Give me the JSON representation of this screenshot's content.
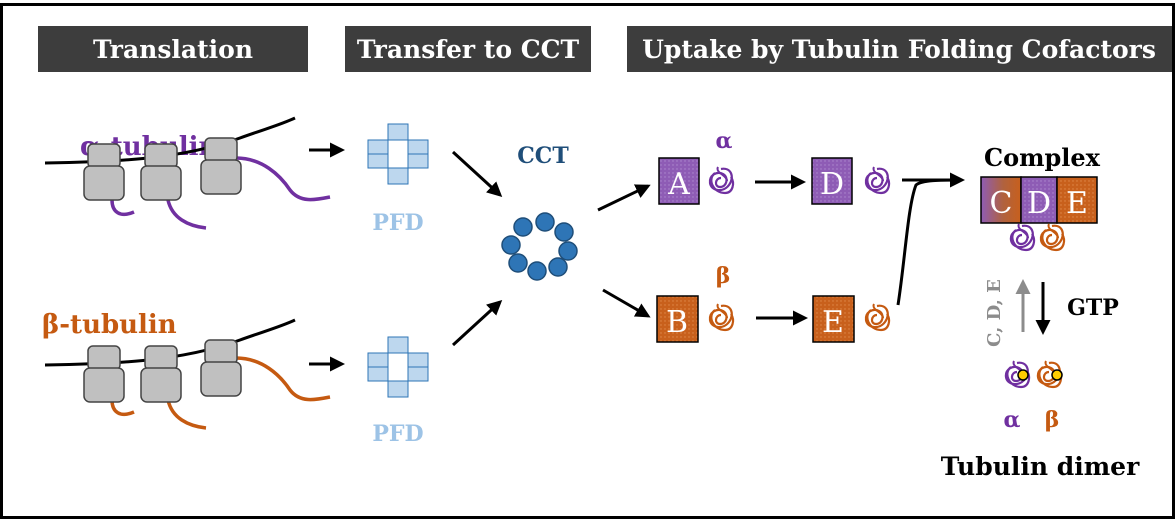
{
  "headers": {
    "translation": "Translation",
    "transfer": "Transfer to CCT",
    "uptake": "Uptake by Tubulin Folding Cofactors"
  },
  "labels": {
    "alpha_tubulin": "α-tubulin",
    "beta_tubulin": "β-tubulin",
    "pfd_top": "PFD",
    "pfd_bottom": "PFD",
    "cct": "CCT",
    "alpha_small": "α",
    "beta_small": "β",
    "complex": "Complex",
    "gtp": "GTP",
    "reverse": "C, D, E",
    "dimer_alpha": "α",
    "dimer_beta": "β",
    "tubulin_dimer": "Tubulin dimer"
  },
  "cofactors": {
    "a": "A",
    "b": "B",
    "d": "D",
    "e": "E",
    "complex_c": "C",
    "complex_d": "D",
    "complex_e": "E"
  },
  "colors": {
    "alpha": "#7030a0",
    "beta": "#c55a11",
    "pfd": "#9dc3e6",
    "cct": "#1f4e79",
    "cct_ball": "#2e75b6",
    "cofactor_purple": "#8e5cb5",
    "cofactor_orange": "#c8601c",
    "header": "#3d3d3d",
    "ribosome": "#c0c0c0",
    "gtp_dot": "#ffcc00"
  }
}
